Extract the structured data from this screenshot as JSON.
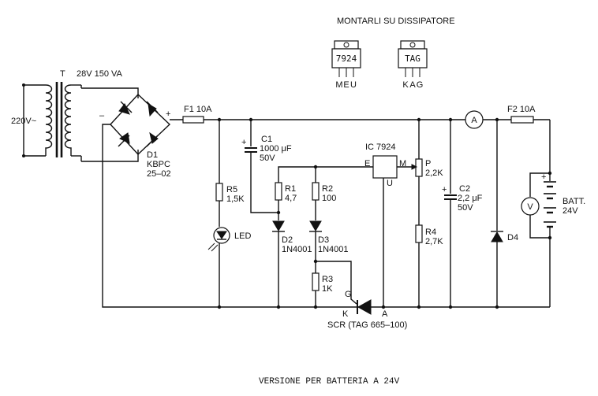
{
  "header": {
    "heatsink_note": "MONTARLI SU DISSIPATORE"
  },
  "packages": [
    {
      "id": "7924",
      "pins": [
        "M",
        "E",
        "U"
      ]
    },
    {
      "id": "TAG",
      "pins": [
        "K",
        "A",
        "G"
      ]
    }
  ],
  "labels": {
    "mains": "220V~",
    "transformer_ref": "T",
    "transformer_rating": "28V 150 VA",
    "bridge_minus": "–",
    "bridge_plus": "+",
    "d1_ref": "D1",
    "d1_type": "KBPC",
    "d1_code": "25–02",
    "f1": "F1  10A",
    "f2": "F2  10A",
    "c1_ref": "C1",
    "c1_value": "1000 μF",
    "c1_voltage": "50V",
    "c1_plus": "+",
    "ic_ref": "IC 7924",
    "ic_e": "E",
    "ic_m": "M",
    "ic_u": "U",
    "r5_ref": "R5",
    "r5_value": "1,5K",
    "r1_ref": "R1",
    "r1_value": "4,7",
    "r2_ref": "R2",
    "r2_value": "100",
    "p_ref": "P",
    "p_value": "2,2K",
    "r4_ref": "R4",
    "r4_value": "2,7K",
    "c2_ref": "C2",
    "c2_value": "2,2 μF",
    "c2_voltage": "50V",
    "c2_plus": "+",
    "ammeter": "A",
    "voltmeter": "V",
    "batt_ref": "BATT.",
    "batt_value": "24V",
    "batt_plus": "+",
    "led": "LED",
    "d2_ref": "D2",
    "d2_type": "1N4001",
    "d3_ref": "D3",
    "d3_type": "1N4001",
    "r3_ref": "R3",
    "r3_value": "1K",
    "d4_ref": "D4",
    "scr_g": "G",
    "scr_k": "K",
    "scr_a": "A",
    "scr_label": "SCR   (TAG 665–100)"
  },
  "caption": "VERSIONE PER BATTERIA A 24V"
}
